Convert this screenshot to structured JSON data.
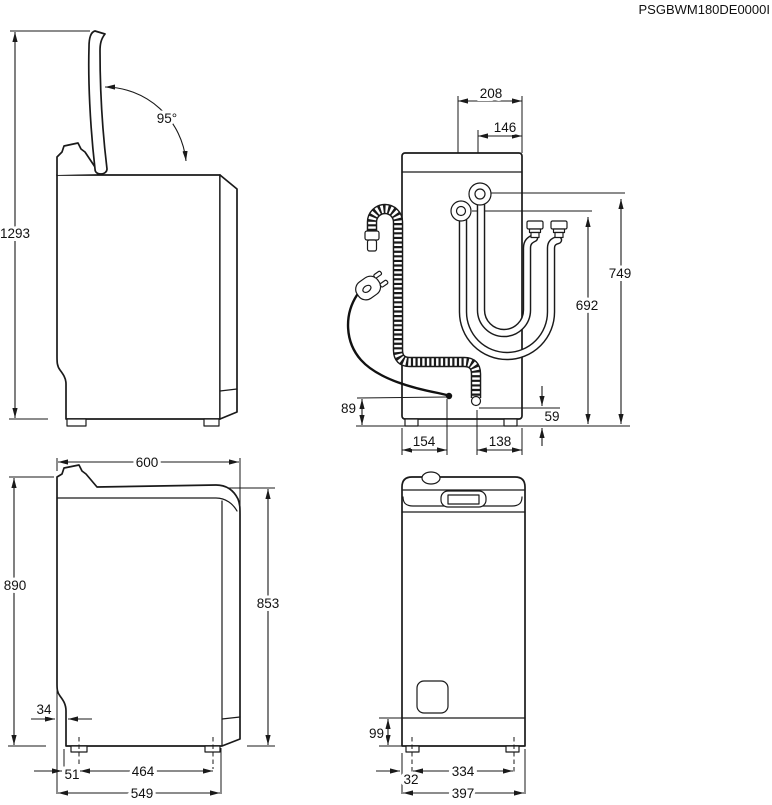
{
  "drawing_code": "PSGBWM180DE0000I",
  "views": {
    "side_lid_open": {
      "lid_angle": "95°",
      "overall_height_open": "1293"
    },
    "rear": {
      "valve_offset_outer": "208",
      "valve_offset_inner": "146",
      "inlet_hose_height_long": "749",
      "inlet_hose_height_short": "692",
      "cord_reach_height": "89",
      "drain_end_height": "59",
      "cord_exit_offset": "154",
      "drain_exit_offset": "138"
    },
    "side": {
      "overall_depth": "600",
      "rear_height": "890",
      "front_height": "853",
      "plinth_recess": "34",
      "front_foot_inset": "51",
      "foot_spacing": "464",
      "base_depth": "549"
    },
    "front": {
      "plinth_height": "99",
      "foot_inset": "32",
      "foot_spacing": "334",
      "overall_width": "397"
    }
  }
}
